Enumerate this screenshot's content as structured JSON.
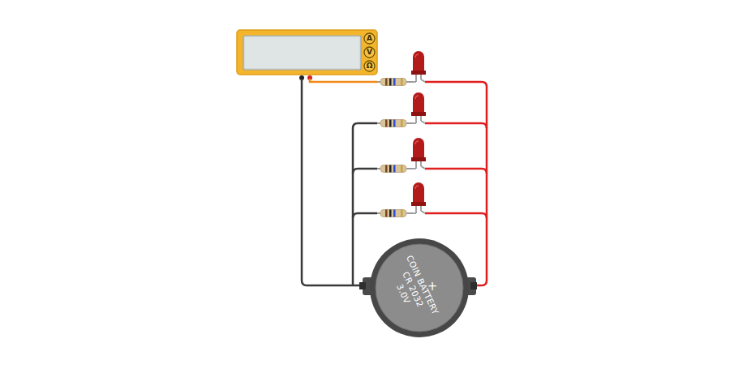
{
  "diagram": {
    "nodes": [
      {
        "text": [
          "A"
        ]
      },
      {
        "text": [
          "V"
        ]
      },
      {
        "text": [
          "Ω"
        ]
      },
      {
        "text": [
          "COIN BATTERY",
          "CR 2032",
          "3.0V",
          "+"
        ]
      }
    ]
  }
}
